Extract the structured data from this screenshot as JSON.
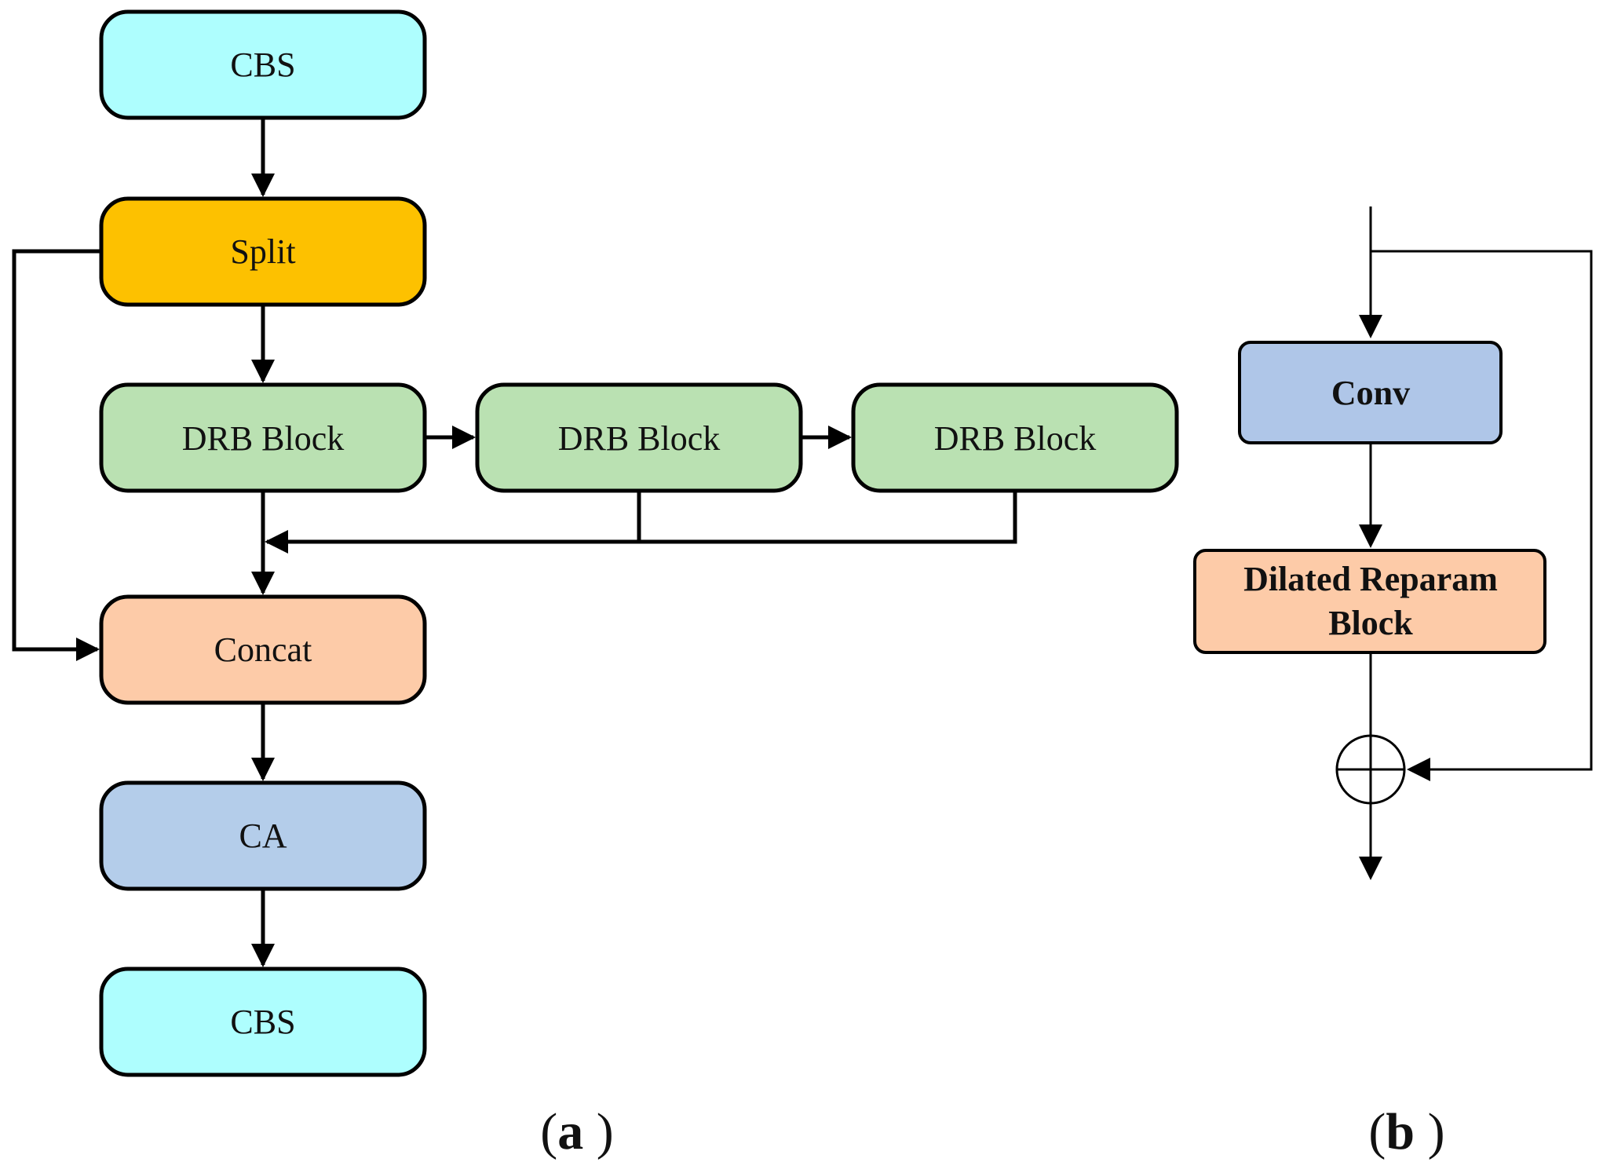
{
  "panel_a": {
    "boxes": [
      {
        "id": "cbs_top",
        "label": "CBS",
        "color": "#AEFEFE"
      },
      {
        "id": "split",
        "label": "Split",
        "color": "#FDC100"
      },
      {
        "id": "drb1",
        "label": "DRB Block",
        "color": "#BAE1B2"
      },
      {
        "id": "drb2",
        "label": "DRB Block",
        "color": "#BAE1B2"
      },
      {
        "id": "drb3",
        "label": "DRB Block",
        "color": "#BAE1B2"
      },
      {
        "id": "concat",
        "label": "Concat",
        "color": "#FDCBA8"
      },
      {
        "id": "ca",
        "label": "CA",
        "color": "#B4CDEA"
      },
      {
        "id": "cbs_bot",
        "label": "CBS",
        "color": "#AEFEFE"
      }
    ],
    "caption": "(a)"
  },
  "panel_b": {
    "conv": {
      "label": "Conv",
      "color": "#AFC6E8"
    },
    "dilated": {
      "line1": "Dilated Reparam",
      "line2": "Block",
      "color": "#FDCBA8"
    },
    "add_symbol": "⊕",
    "caption": "(b)"
  }
}
